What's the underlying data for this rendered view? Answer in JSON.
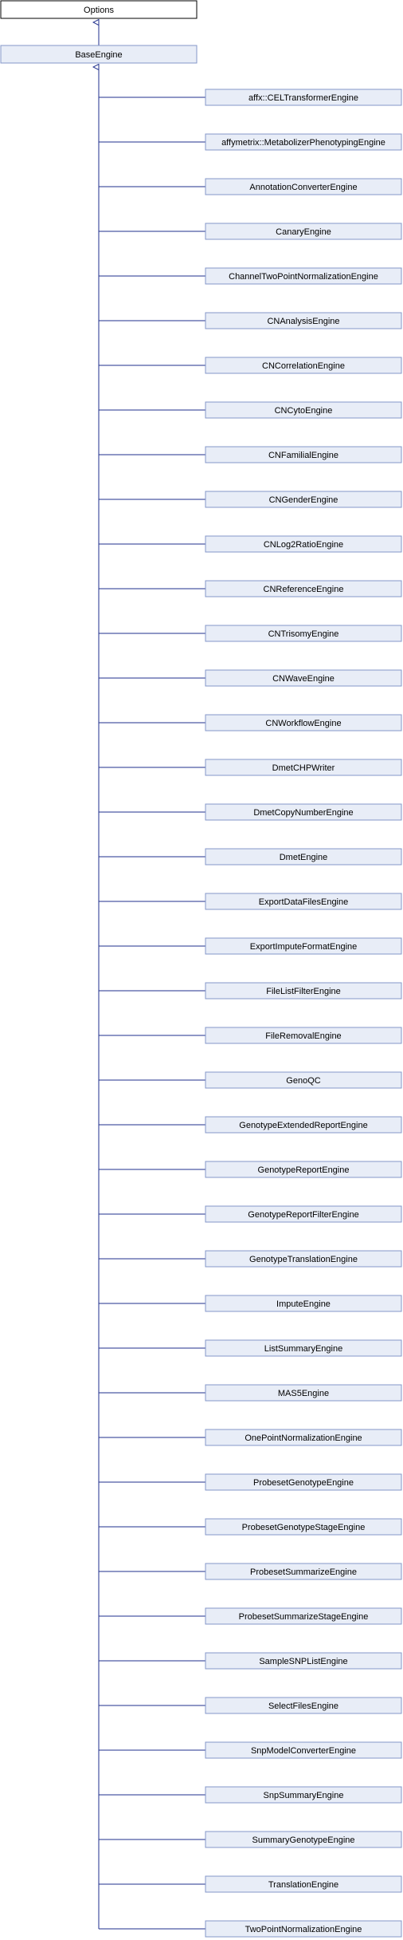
{
  "root": {
    "label": "Options"
  },
  "base": {
    "label": "BaseEngine"
  },
  "children": [
    "affx::CELTransformerEngine",
    "affymetrix::MetabolizerPhenotypingEngine",
    "AnnotationConverterEngine",
    "CanaryEngine",
    "ChannelTwoPointNormalizationEngine",
    "CNAnalysisEngine",
    "CNCorrelationEngine",
    "CNCytoEngine",
    "CNFamilialEngine",
    "CNGenderEngine",
    "CNLog2RatioEngine",
    "CNReferenceEngine",
    "CNTrisomyEngine",
    "CNWaveEngine",
    "CNWorkflowEngine",
    "DmetCHPWriter",
    "DmetCopyNumberEngine",
    "DmetEngine",
    "ExportDataFilesEngine",
    "ExportImputeFormatEngine",
    "FileListFilterEngine",
    "FileRemovalEngine",
    "GenoQC",
    "GenotypeExtendedReportEngine",
    "GenotypeReportEngine",
    "GenotypeReportFilterEngine",
    "GenotypeTranslationEngine",
    "ImputeEngine",
    "ListSummaryEngine",
    "MAS5Engine",
    "OnePointNormalizationEngine",
    "ProbesetGenotypeEngine",
    "ProbesetGenotypeStageEngine",
    "ProbesetSummarizeEngine",
    "ProbesetSummarizeStageEngine",
    "SampleSNPListEngine",
    "SelectFilesEngine",
    "SnpModelConverterEngine",
    "SnpSummaryEngine",
    "SummaryGenotypeEngine",
    "TranslationEngine",
    "TwoPointNormalizationEngine"
  ],
  "colors": {
    "root_fill": "#ffffff",
    "root_border": "#000000",
    "node_fill": "#e8edf7",
    "node_border": "#8497c8",
    "edge": "#1f2f8c"
  }
}
